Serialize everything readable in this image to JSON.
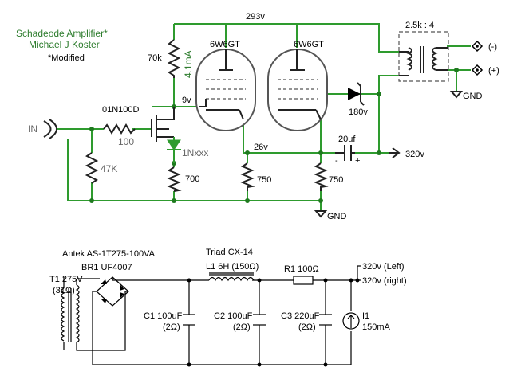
{
  "title": {
    "line1": "Schadeode Amplifier*",
    "line2": "Michael J Koster",
    "note": "*Modified"
  },
  "amp": {
    "input_label": "IN",
    "supply_top_voltage": "293v",
    "r_plate_label": "70k",
    "bias_current_label": "4.1mA",
    "gate_node_voltage": "9v",
    "mosfet_label": "01N100D",
    "r_gate_label": "100",
    "r_input_label": "47K",
    "diode_label": "1Nxxx",
    "r_source_label": "700",
    "tube1_label": "6W6GT",
    "tube2_label": "6W6GT",
    "cathode_voltage": "26v",
    "r_cathode1_label": "750",
    "r_cathode2_label": "750",
    "zener_label": "180v",
    "cap_label": "20uf",
    "cap_neg": "-",
    "cap_pos": "+",
    "b_plus_label": "320v",
    "transformer_ratio": "2.5k : 4",
    "out_neg": "(-)",
    "out_pos": "(+)",
    "gnd_out": "GND",
    "gnd_main": "GND"
  },
  "psu": {
    "transformer_name": "Antek AS-1T275-100VA",
    "rectifier_name": "BR1 UF4007",
    "t1_label": "T1 275V",
    "t1_resistance": "(31Ω)",
    "choke_name": "Triad CX-14",
    "l1_label": "L1 6H (150Ω)",
    "r1_label": "R1 100Ω",
    "c1_label": "C1 100uF",
    "c1_esr": "(2Ω)",
    "c2_label": "C2 100uF",
    "c2_esr": "(2Ω)",
    "c3_label": "C3 220uF",
    "c3_esr": "(2Ω)",
    "i1_label": "I1",
    "i1_value": "150mA",
    "out_left": "320v (Left)",
    "out_right": "320v (right)"
  }
}
